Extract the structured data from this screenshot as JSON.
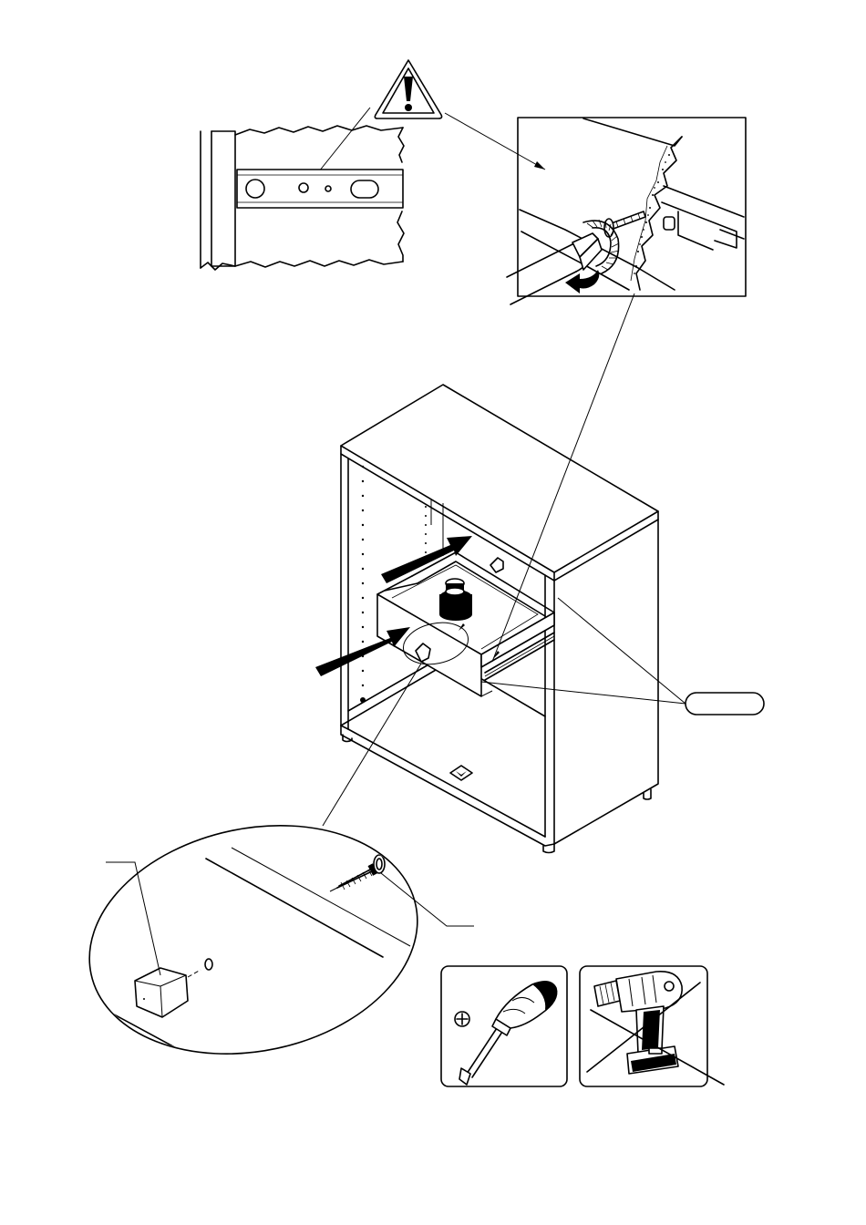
{
  "document": {
    "kind": "assembly-instruction-step",
    "tools": {
      "allowed": "phillips-screwdriver",
      "forbidden": "cordless-drill"
    },
    "icons": {
      "warning": "warning-triangle-icon",
      "phillips": "phillips-plus-icon",
      "cross": "cross-out-icon"
    }
  }
}
